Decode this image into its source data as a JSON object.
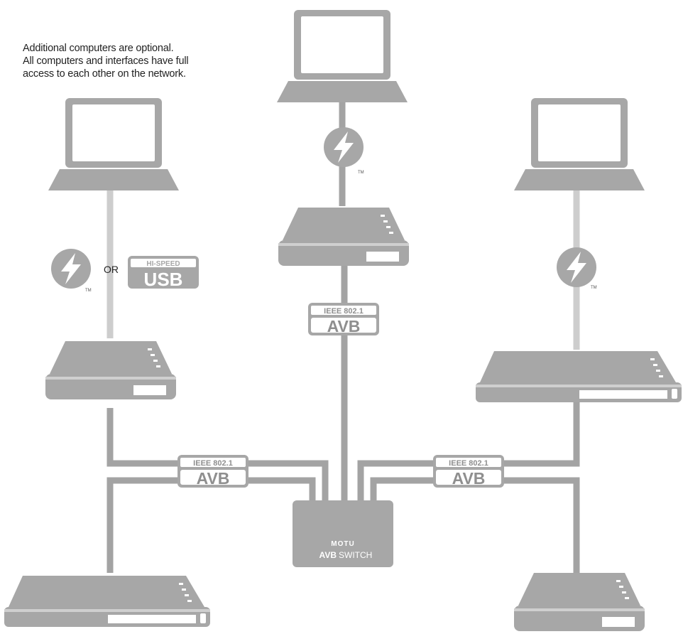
{
  "caption": {
    "lines": [
      "Additional computers are optional.",
      "All computers and interfaces have full",
      "access to each other on the network."
    ]
  },
  "labels": {
    "or": "OR",
    "tm": "TM",
    "usb_top": "HI-SPEED",
    "usb_bottom": "USB",
    "avb_top": "IEEE 802.1",
    "avb_bottom": "AVB",
    "switch_brand": "MOTU",
    "switch_avb": "AVB",
    "switch_word": "SWITCH"
  },
  "colors": {
    "device": "#a7a7a7",
    "device_dark": "#8f8f8f",
    "cable": "#a3a3a3",
    "cable_light": "#cdcdcd",
    "screen": "#ffffff",
    "text": "#222222"
  }
}
